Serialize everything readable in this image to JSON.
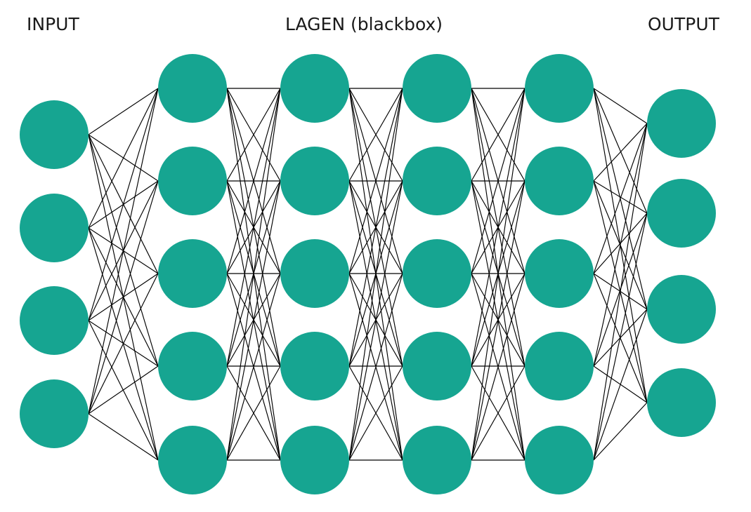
{
  "labels": {
    "input": "INPUT",
    "layers": "LAGEN (blackbox)",
    "output": "OUTPUT"
  },
  "network": {
    "layer_sizes": [
      4,
      5,
      5,
      5,
      5,
      4
    ],
    "connection": "fully-connected between adjacent layers"
  },
  "colors": {
    "node": "#16a591",
    "edge": "#000000",
    "text": "#1a1a1a",
    "background": "#ffffff"
  }
}
